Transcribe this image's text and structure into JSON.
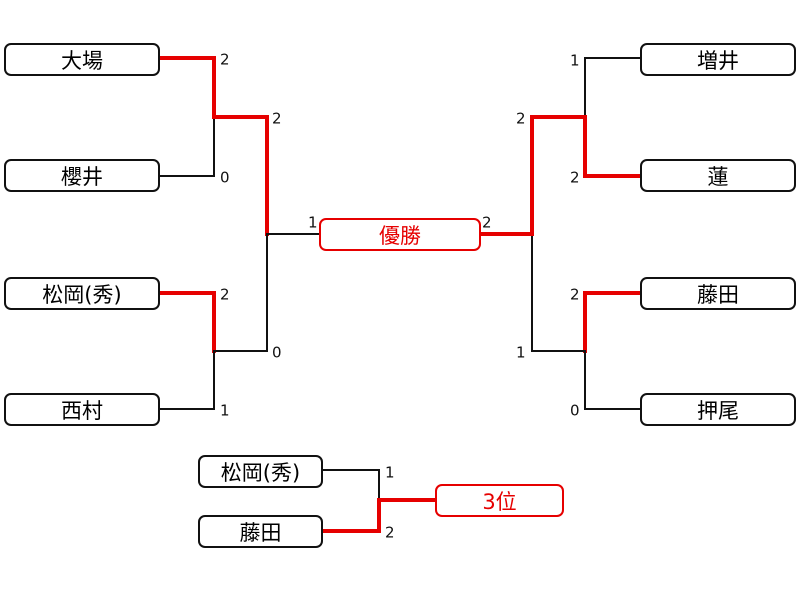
{
  "colors": {
    "winner_line": "#e60000",
    "loser_line": "#111111",
    "title_red": "#e60000"
  },
  "bracket": {
    "left": {
      "players": [
        "大場",
        "櫻井",
        "松岡(秀)",
        "西村"
      ],
      "round1_scores": [
        "2",
        "0",
        "2",
        "1"
      ],
      "round2_scores": [
        "2",
        "0"
      ],
      "final_score": "1"
    },
    "right": {
      "players": [
        "増井",
        "蓮",
        "藤田",
        "押尾"
      ],
      "round1_scores": [
        "1",
        "2",
        "2",
        "0"
      ],
      "round2_scores": [
        "2",
        "1"
      ],
      "final_score": "2"
    },
    "champion_label": "優勝"
  },
  "third_place": {
    "players": [
      "松岡(秀)",
      "藤田"
    ],
    "scores": [
      "1",
      "2"
    ],
    "label": "3位"
  }
}
